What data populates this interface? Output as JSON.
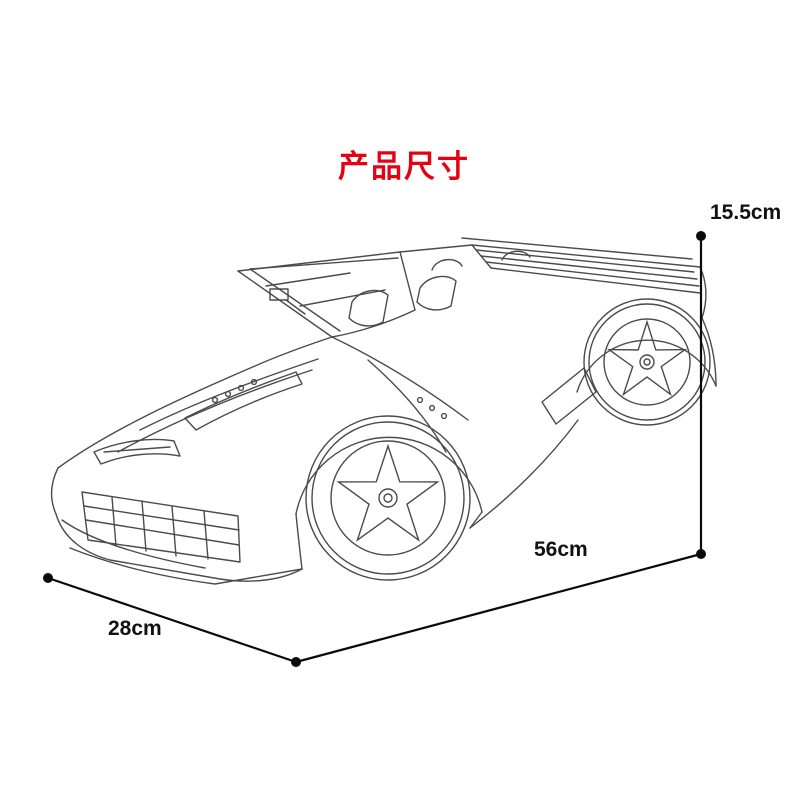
{
  "header": {
    "title": "产品尺寸",
    "title_color": "#e60012"
  },
  "dimensions": {
    "height_label": "15.5cm",
    "length_label": "56cm",
    "width_label": "28cm"
  },
  "illustration": {
    "subject": "brick-built convertible supercar line drawing",
    "stroke_color": "#4b4b4b"
  },
  "canvas": {
    "background": "#ffffff",
    "dimension_line_color": "#0a0a0a"
  }
}
